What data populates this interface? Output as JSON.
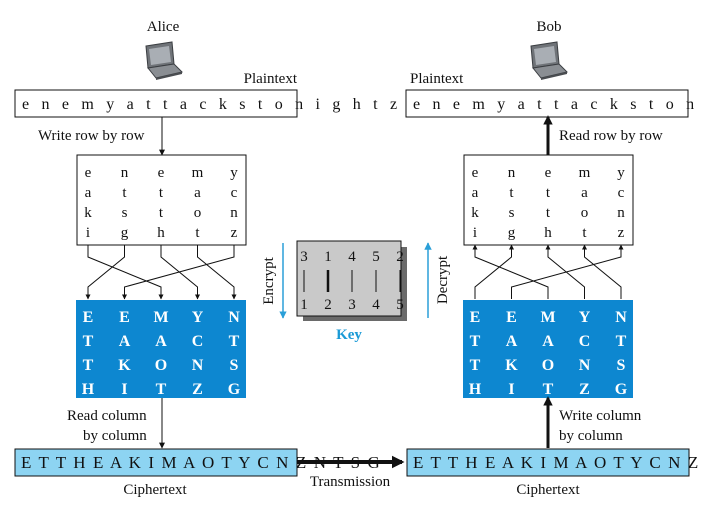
{
  "alice": {
    "name": "Alice",
    "plaintext_label": "Plaintext",
    "plaintext": "e n e m y a t t a c k s t o n i g h t z"
  },
  "bob": {
    "name": "Bob",
    "plaintext_label": "Plaintext",
    "plaintext": "e n e m y a t t a c k s t o n i g h t z"
  },
  "steps": {
    "write_row": "Write row by row",
    "read_row": "Read row by row",
    "read_column_1": "Read column",
    "read_column_2": "by column",
    "write_column_1": "Write column",
    "write_column_2": "by column",
    "transmission": "Transmission",
    "encrypt": "Encrypt",
    "decrypt": "Decrypt"
  },
  "plain_grid": [
    [
      "e",
      "n",
      "e",
      "m",
      "y"
    ],
    [
      "a",
      "t",
      "t",
      "a",
      "c"
    ],
    [
      "k",
      "s",
      "t",
      "o",
      "n"
    ],
    [
      "i",
      "g",
      "h",
      "t",
      "z"
    ]
  ],
  "cipher_grid": [
    [
      "E",
      "E",
      "M",
      "Y",
      "N"
    ],
    [
      "T",
      "A",
      "A",
      "C",
      "T"
    ],
    [
      "T",
      "K",
      "O",
      "N",
      "S"
    ],
    [
      "H",
      "I",
      "T",
      "Z",
      "G"
    ]
  ],
  "key": {
    "label": "Key",
    "top": [
      "3",
      "1",
      "4",
      "5",
      "2"
    ],
    "bottom": [
      "1",
      "2",
      "3",
      "4",
      "5"
    ]
  },
  "ciphertext": {
    "label": "Ciphertext",
    "value": "E T T H E A K I M A O T Y C N Z N T S G"
  },
  "colors": {
    "cipher_block": "#0d87d0",
    "cipher_bar": "#8dd4f2",
    "key_label": "#1a9ad6",
    "arrow_blue": "#2a9fd8",
    "key_box": "#c9c9c9"
  },
  "icons": [
    "laptop-icon"
  ]
}
